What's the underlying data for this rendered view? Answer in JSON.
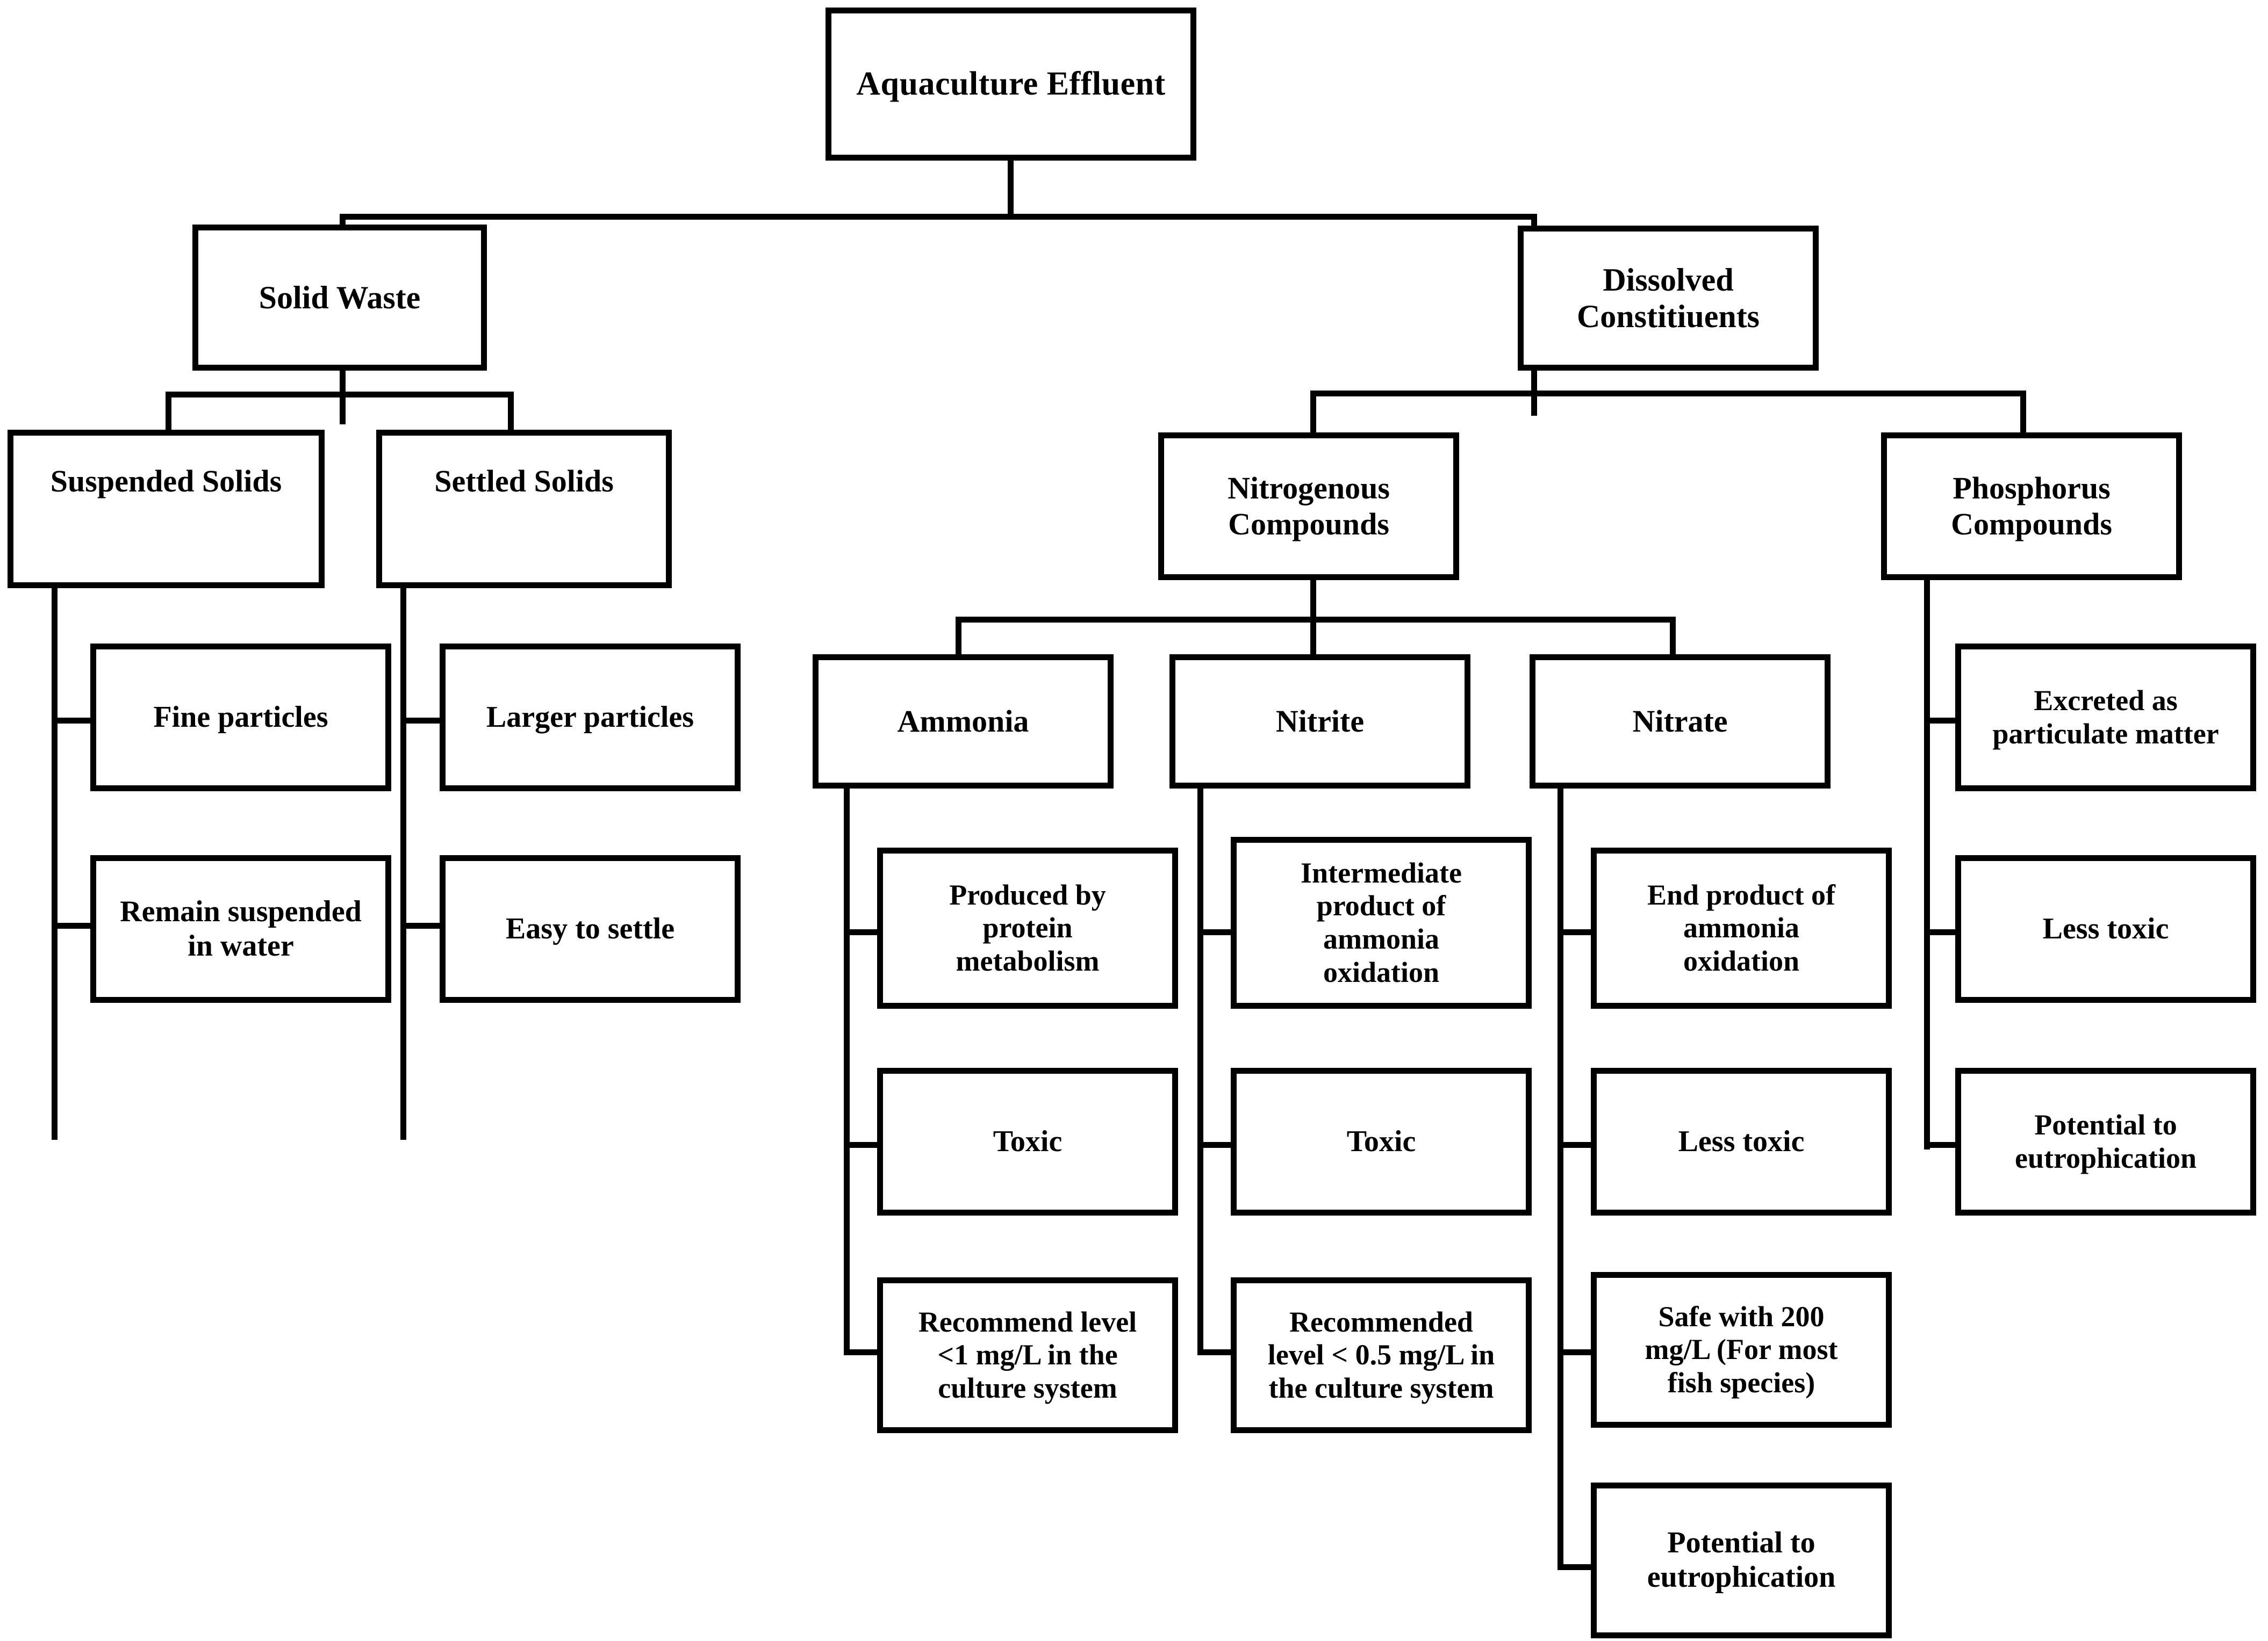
{
  "diagram": {
    "title": "Aquaculture Effluent classification tree",
    "type": "hierarchy-tree",
    "line_color": "#000000",
    "box_fill": "#ffffff",
    "text_color": "#000000"
  },
  "nodes": {
    "root": "Aquaculture Effluent",
    "solid_waste": "Solid  Waste",
    "dissolved": "Dissolved\nConstitiuents",
    "suspended_solids": "Suspended Solids",
    "settled_solids": "Settled Solids",
    "nitrogenous": "Nitrogenous\nCompounds",
    "phosphorus": "Phosphorus\nCompounds",
    "ammonia": "Ammonia",
    "nitrite": "Nitrite",
    "nitrate": "Nitrate",
    "suspended_1": "Fine particles",
    "suspended_2": "Remain suspended\nin water",
    "settled_1": "Larger particles",
    "settled_2": "Easy to settle",
    "ammonia_1": "Produced by\nprotein\nmetabolism",
    "ammonia_2": "Toxic",
    "ammonia_3": "Recommend level\n<1 mg/L in the\nculture system",
    "nitrite_1": "Intermediate\nproduct of\nammonia\noxidation",
    "nitrite_2": "Toxic",
    "nitrite_3": "Recommended\nlevel < 0.5 mg/L in\nthe culture system",
    "nitrate_1": "End product of\nammonia\noxidation",
    "nitrate_2": "Less toxic",
    "nitrate_3": "Safe with 200\nmg/L (For most\nfish species)",
    "nitrate_4": "Potential to\neutrophication",
    "phosphorus_1": "Excreted as\nparticulate matter",
    "phosphorus_2": "Less toxic",
    "phosphorus_3": "Potential to\neutrophication"
  }
}
